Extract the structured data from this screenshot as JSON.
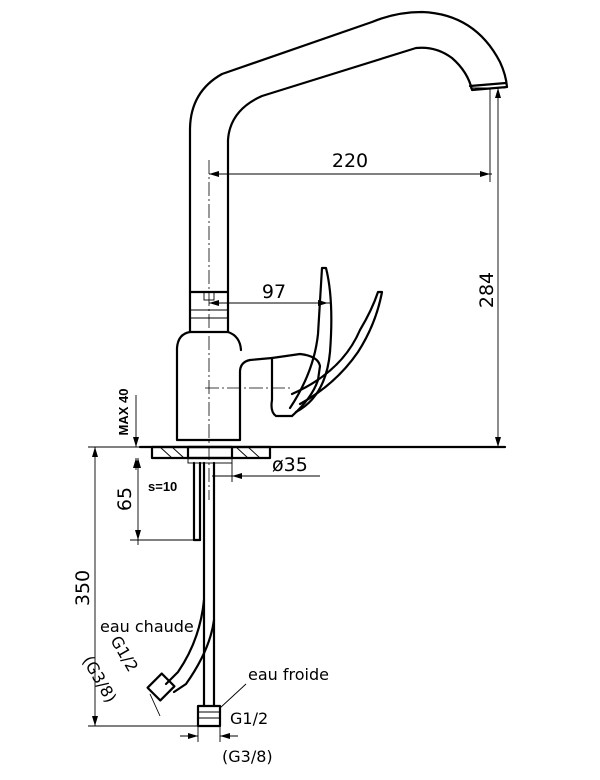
{
  "dimensions": {
    "spout_reach": "220",
    "lever_offset": "97",
    "height": "284",
    "base_diameter": "ø35",
    "deck_thickness_max": "MAX 40",
    "shank_clearance": "65",
    "plate_thickness": "s=10",
    "hose_length": "350"
  },
  "connections": {
    "hot_label": "eau chaude",
    "hot_thread": "G1/2",
    "hot_thread_alt": "(G3/8)",
    "cold_label": "eau froide",
    "cold_thread": "G1/2",
    "cold_thread_alt": "(G3/8)"
  }
}
